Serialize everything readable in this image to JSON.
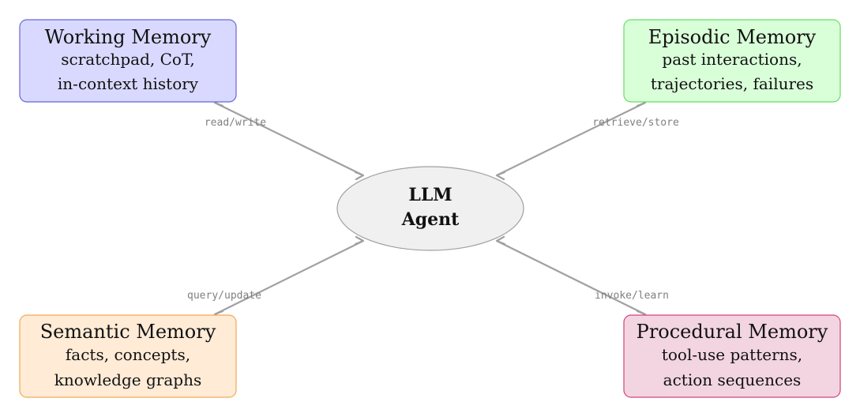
{
  "center": {
    "line1": "LLM",
    "line2": "Agent",
    "fill": "#f0f0f0",
    "stroke": "#a0a0a0"
  },
  "boxes": [
    {
      "title": "Working Memory",
      "line1": "scratchpad, CoT,",
      "line2": "in-context history",
      "fill": "#d9d9ff",
      "stroke": "#6666dd"
    },
    {
      "title": "Episodic Memory",
      "line1": "past interactions,",
      "line2": "trajectories, failures",
      "fill": "#d9ffd9",
      "stroke": "#66dd66"
    },
    {
      "title": "Semantic Memory",
      "line1": "facts, concepts,",
      "line2": "knowledge graphs",
      "fill": "#ffebd6",
      "stroke": "#f0aa55"
    },
    {
      "title": "Procedural Memory",
      "line1": "tool-use patterns,",
      "line2": "action sequences",
      "fill": "#f2d5e0",
      "stroke": "#d2447a"
    }
  ],
  "edges": [
    {
      "label": "read/write"
    },
    {
      "label": "retrieve/store"
    },
    {
      "label": "query/update"
    },
    {
      "label": "invoke/learn"
    }
  ],
  "edge_color": "#a0a0a0"
}
